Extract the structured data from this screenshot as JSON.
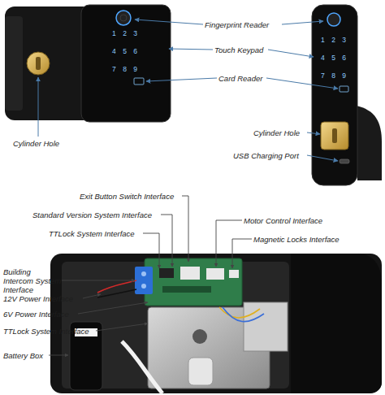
{
  "diagram": {
    "labels": [
      "Fingerprint Reader",
      "Touch Keypad",
      "Card Reader",
      "Cylinder Hole",
      "Cylinder Hole",
      "USB Charging Port",
      "Exit Button Switch Interface",
      "Standard Version System Interface",
      "TTLock System Interface",
      "Motor Control Interface",
      "Magnetic Locks Interface",
      "Building Intercom System Interface",
      "12V Power Interface",
      "6V Power Interface",
      "TTLock System Interface",
      "Battery Box",
      "1 2 3",
      "4 5 6",
      "7 8 9",
      "1 2 3",
      "4 5 6",
      "7 8 9"
    ]
  }
}
